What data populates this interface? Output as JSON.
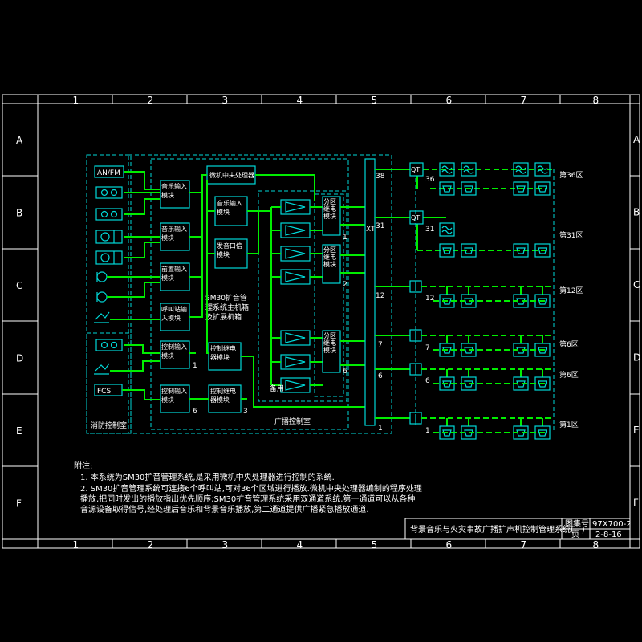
{
  "grid": {
    "cols": [
      "1",
      "2",
      "3",
      "4",
      "5",
      "6",
      "7",
      "8"
    ],
    "rows": [
      "A",
      "B",
      "C",
      "D",
      "E",
      "F"
    ]
  },
  "sources": [
    "AN/FM"
  ],
  "fcs": "FCS",
  "fire_room": "消防控制室",
  "broadcast_room": "广播控制室",
  "host_label": "SM30扩音管理系统主机箱及扩展机箱",
  "mic_processor": "微机中央处理器",
  "modules": {
    "music1": "音乐输入模块",
    "music2": "音乐输入模块",
    "mic": "前置输入模块",
    "paging": "呼叫站输入模块",
    "ctrl1": "控制输入模块",
    "ctrl2": "控制输入模块",
    "music_mod": "音乐输入模块",
    "send_port": "发音口信模块",
    "ctrl_relay1": "控制继电器模块",
    "ctrl_relay2": "控制继电器模块",
    "zone1": "分区继电模块",
    "zone2": "分区继电模块",
    "zone3": "分区继电模块"
  },
  "spare": "备用",
  "xt": "XT",
  "num_labels": {
    "n1a": "1",
    "n6a": "6",
    "n3": "3",
    "n1b": "1",
    "n2": "2",
    "n6b": "6",
    "t38": "38",
    "t31": "31",
    "t12": "12",
    "t7": "7",
    "t6": "6",
    "t1": "1",
    "r36": "36",
    "r31": "31",
    "r12": "12",
    "r7": "7",
    "r6": "6",
    "r1": "1"
  },
  "qt": "QT",
  "zones": [
    "第36区",
    "第31区",
    "第12区",
    "第6区",
    "第6区",
    "第1区"
  ],
  "notes": {
    "title": "附注:",
    "line1": "1. 本系统为SM30扩音管理系统,是采用微机中央处理器进行控制的系统.",
    "line2a": "2. SM30扩音管理系统可连接6个呼叫站,可对36个区域进行播放.微机中央处理器编制的程序处理",
    "line2b": "   播放,把同时发出的播放指出优先顺序;SM30扩音管理系统采用双通道系统,第一通道可以从各种",
    "line2c": "   音源设备取得信号,经处理后音乐和背景音乐播放,第二通道提供广播紧急播放通道."
  },
  "title_block": {
    "title": "背景音乐与火灾事故广播扩声机控制管理系统(一)",
    "atlas_no_label": "图集号",
    "atlas_no": "97X700-2",
    "page_label": "页",
    "page": "2-8-16"
  }
}
